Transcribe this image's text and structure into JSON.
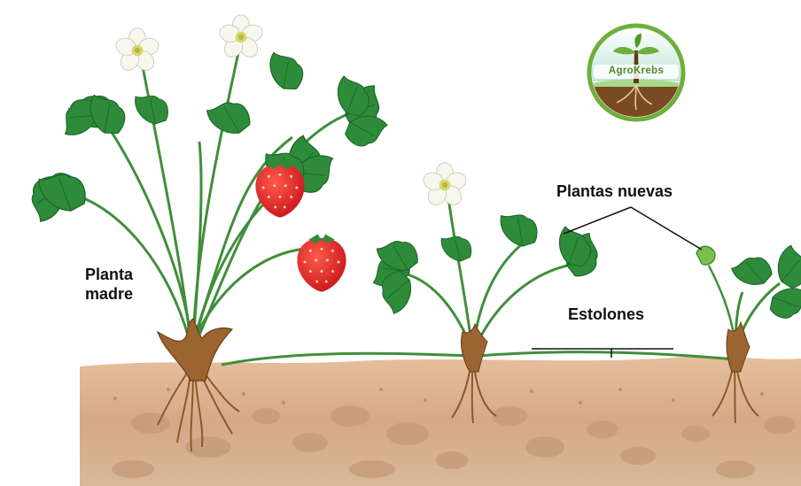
{
  "labels": {
    "mother_plant_line1": "Planta",
    "mother_plant_line2": "madre",
    "new_plants": "Plantas nuevas",
    "runners": "Estolones"
  },
  "logo": {
    "brand_text": "AgroKrebs",
    "colors": {
      "ring": "#6fae3a",
      "sky": "#bfe6d8",
      "soil": "#7a4a22"
    }
  },
  "colors": {
    "leaf": "#2e8b3a",
    "leaf_dark": "#1f6a2a",
    "stem": "#3f8f3a",
    "strawberry": "#e2262a",
    "flower_petal": "#f7f7ee",
    "flower_center": "#d8d86a",
    "soil_top": "#e2b894",
    "soil_deep": "#c99b76",
    "root": "#8a5a2b",
    "crown": "#9b6430"
  }
}
